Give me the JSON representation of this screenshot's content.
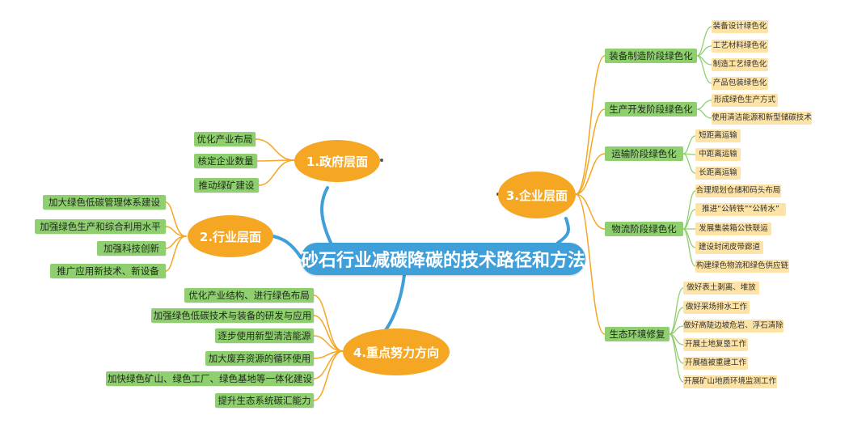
{
  "root": {
    "title": "砂石行业减碳降碳的技术路径和方法"
  },
  "gov": {
    "title": "1.政府层面",
    "items": [
      "优化产业布局",
      "核定企业数量",
      "推动绿矿建设"
    ]
  },
  "industry": {
    "title": "2.行业层面",
    "items": [
      "加大绿色低碳管理体系建设",
      "加强绿色生产和综合利用水平",
      "加强科技创新",
      "推广应用新技术、新设备"
    ]
  },
  "enterprise": {
    "title": "3.企业层面",
    "stages": [
      {
        "label": "装备制造阶段绿色化",
        "items": [
          "装备设计绿色化",
          "工艺材料绿色化",
          "制造工艺绿色化",
          "产品包装绿色化"
        ]
      },
      {
        "label": "生产开发阶段绿色化",
        "items": [
          "形成绿色生产方式",
          "使用清洁能源和新型储碳技术"
        ]
      },
      {
        "label": "运输阶段绿色化",
        "items": [
          "短距离运输",
          "中距离运输",
          "长距离运输"
        ]
      },
      {
        "label": "物流阶段绿色化",
        "items": [
          "合理规划仓储和码头布局",
          "推进“公转铁”“公转水”",
          "发展集装箱公铁联运",
          "建设封闭皮带廊道",
          "构建绿色物流和绿色供应链"
        ]
      },
      {
        "label": "生态环境修复",
        "items": [
          "做好表土剥离、堆放",
          "做好采场排水工作",
          "做好高陡边坡危岩、浮石清除",
          "开展土地复垦工作",
          "开展植被重建工作",
          "开展矿山地质环境监测工作"
        ]
      }
    ]
  },
  "focus": {
    "title": "4.重点努力方向",
    "items": [
      "优化产业结构、进行绿色布局",
      "加强绿色低碳技术与装备的研发与应用",
      "逐步使用新型清洁能源",
      "加大废弃资源的循环使用",
      "加快绿色矿山、绿色工厂、绿色基地等一体化建设",
      "提升生态系统碳汇能力"
    ]
  },
  "colors": {
    "root": "#3f9fd8",
    "branch": "#f5a623",
    "leaf": "#8fcf70",
    "subleaf": "#fde3a6"
  }
}
